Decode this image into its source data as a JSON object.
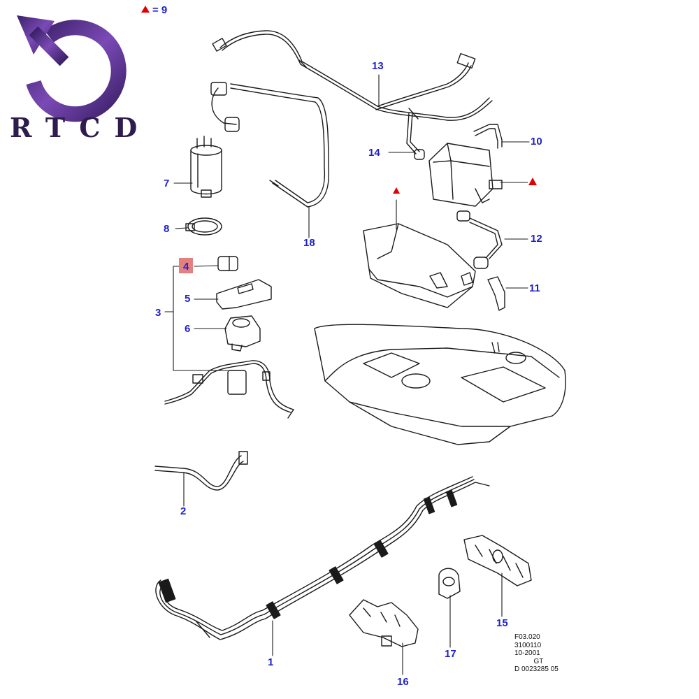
{
  "logo": {
    "text": "RTCD",
    "colors": {
      "primary": "#4a2a7a",
      "light": "#8a5ac0"
    }
  },
  "legend": {
    "text": "= 9",
    "marker_color": "#e00000"
  },
  "callouts": [
    {
      "id": "1",
      "label": "1"
    },
    {
      "id": "2",
      "label": "2"
    },
    {
      "id": "3",
      "label": "3"
    },
    {
      "id": "4",
      "label": "4"
    },
    {
      "id": "5",
      "label": "5"
    },
    {
      "id": "6",
      "label": "6"
    },
    {
      "id": "7",
      "label": "7"
    },
    {
      "id": "8",
      "label": "8"
    },
    {
      "id": "10",
      "label": "10"
    },
    {
      "id": "11",
      "label": "11"
    },
    {
      "id": "12",
      "label": "12"
    },
    {
      "id": "13",
      "label": "13"
    },
    {
      "id": "14",
      "label": "14"
    },
    {
      "id": "15",
      "label": "15"
    },
    {
      "id": "16",
      "label": "16"
    },
    {
      "id": "17",
      "label": "17"
    },
    {
      "id": "18",
      "label": "18"
    }
  ],
  "reference": {
    "line1": "F03.020",
    "line2": "3100110",
    "line3": "10-2001",
    "line4": "GT",
    "line5": "D 0023285 05"
  },
  "colors": {
    "callout": "#1e22c8",
    "marker": "#e00000",
    "line": "#1a1a1a"
  }
}
